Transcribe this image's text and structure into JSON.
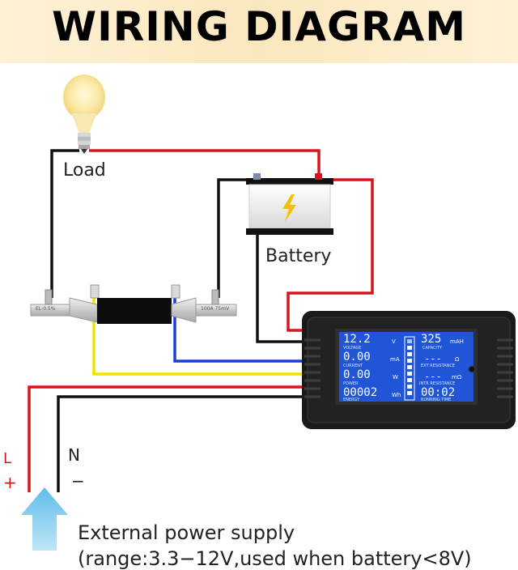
{
  "title": "WIRING DIAGRAM",
  "labels": {
    "load": "Load",
    "battery": "Battery",
    "l": "L",
    "plus": "+",
    "n": "N",
    "minus": "−",
    "supply_line1": "External power supply",
    "supply_line2": "(range:3.3−12V,used when battery<8V)"
  },
  "shunt": {
    "left_marking": "EL-0.5%",
    "right_marking": "100A 75mV"
  },
  "meter": {
    "voltage_value": "12.2",
    "voltage_unit": "V",
    "voltage_label": "VOLTAGE",
    "current_value": "0.00",
    "current_unit": "mA",
    "current_label": "CURRENT",
    "power_value": "0.00",
    "power_unit": "W",
    "power_label": "POWER",
    "energy_value": "00002",
    "energy_unit": "Wh",
    "energy_label": "ENERGY",
    "capacity_value": "325",
    "capacity_unit": "mAH",
    "capacity_label": "CAPACITY",
    "ext_res_value": "---",
    "ext_res_unit": "Ω",
    "ext_res_label": "EXT RESISTANCE",
    "intr_res_value": "---",
    "intr_res_unit": "mΩ",
    "intr_res_label": "INTR RESISTANCE",
    "time_value": "00:02",
    "time_label": "RUNNING TIME"
  },
  "colors": {
    "red_wire": "#d8141c",
    "black_wire": "#111111",
    "blue_wire": "#1a3fd6",
    "yellow_wire": "#f4e000",
    "lcd": "#1f55d6",
    "arrow": "#6cc4ef"
  },
  "icons": [
    "bulb-icon",
    "battery-icon",
    "lightning-icon",
    "arrow-up-icon"
  ]
}
